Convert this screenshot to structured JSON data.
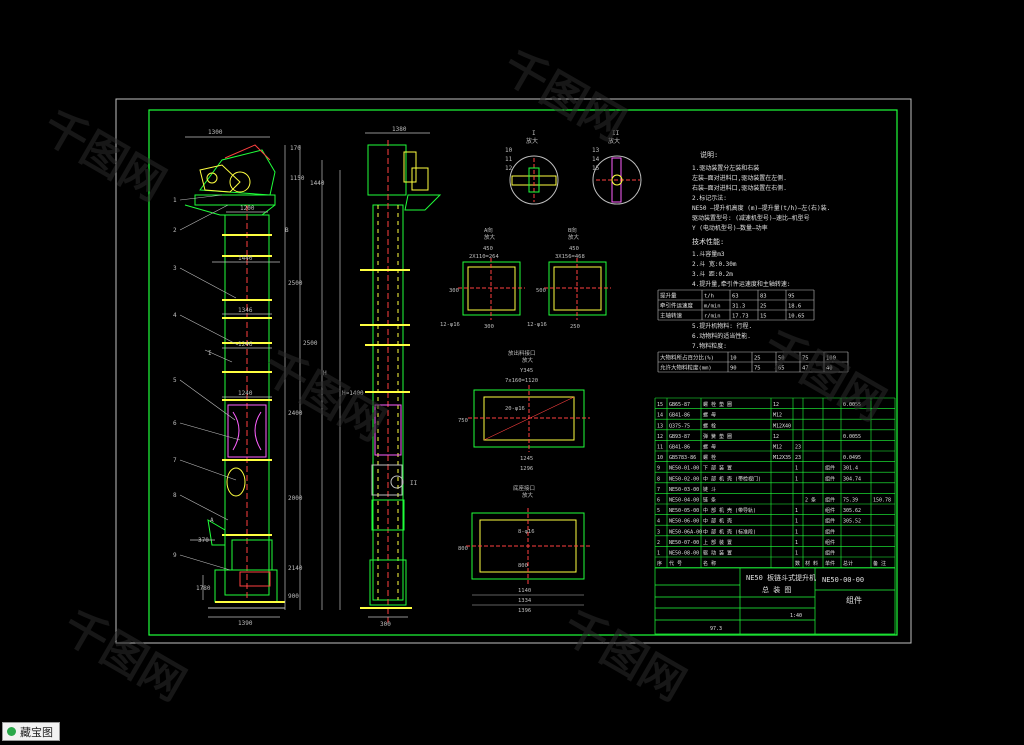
{
  "watermark": "千图网",
  "badge_label": "藏宝图",
  "views": {
    "detail_i_title": "I",
    "detail_i_sub": "放大",
    "detail_ii_title": "II",
    "detail_ii_sub": "放大",
    "a_title": "A向",
    "a_sub": "放大",
    "b_title": "B向",
    "b_sub": "放大",
    "discharge_title": "放出料接口",
    "discharge_sub": "放大",
    "base_title": "底座接口",
    "base_sub": "放大",
    "callouts_i": [
      "10",
      "11",
      "12"
    ],
    "callouts_ii": [
      "13",
      "14",
      "15"
    ],
    "a_dims": [
      "450",
      "2X110=264",
      "300",
      "12-φ16",
      "300"
    ],
    "b_dims": [
      "450",
      "3X156=468",
      "500",
      "12-φ16",
      "250"
    ],
    "discharge_dims": [
      "Y345",
      "7x160=1120",
      "20-φ16",
      "750",
      "1245",
      "1296"
    ],
    "base_dims": [
      "8-φ16",
      "800",
      "1140",
      "1334",
      "1396",
      "800"
    ]
  },
  "dims": {
    "top_width": "1300",
    "side_width": "1380",
    "mid_label": "1200",
    "width1": "1440",
    "width2": "1346",
    "width3": "1246",
    "width4": "1240",
    "bottom": "1390",
    "bottom_side": "300",
    "total_h": "H=1400",
    "h_label": "H",
    "seg1": "2500",
    "seg2": "2500",
    "seg3": "2400",
    "seg4": "2000",
    "foot": "370",
    "foot2": "1780",
    "d1": "170",
    "d2": "1150",
    "d3": "1440",
    "d4": "2140",
    "d5": "900",
    "mark_b": "B",
    "mark_a": "A",
    "mark_i": "I",
    "mark_ii": "II"
  },
  "left_callouts": [
    "1",
    "2",
    "3",
    "4",
    "5",
    "6",
    "7",
    "8",
    "9"
  ],
  "notes": {
    "title": "说明:",
    "lines": [
      "1.驱动装置分左装和右装",
      "  左装—面对进料口,驱动装置在左侧.",
      "  右装—面对进料口,驱动装置在右侧.",
      "2.标记示法:",
      "  NE50 —提升机高度 (m)—提升量(t/h)—左(右)装.",
      "  驱动装置型号: (减速机型号)—速比—机型号",
      "           Y (电动机型号)—数量—功率"
    ],
    "tech_title": "技术性能:",
    "tech_lines": [
      "1.斗容量m3",
      "2.斗 宽:0.30m",
      "3.斗 距:0.2m",
      "4.提升量,牵引件运速度和主轴转速:"
    ],
    "more_lines": [
      "5.提升机物料: 行程.",
      "6.动物料的适当性能.",
      "7.物料粒度:"
    ]
  },
  "perf_table": {
    "rows": [
      [
        "提升量",
        "t/h",
        "63",
        "83",
        "95"
      ],
      [
        "牵引件运速度",
        "m/min",
        "31.3",
        "25",
        "18.6"
      ],
      [
        "主轴转速",
        "r/min",
        "17.73",
        "15",
        "10.65"
      ]
    ]
  },
  "grain_table": {
    "rows": [
      [
        "大物料所占百分比(%)",
        "10",
        "25",
        "50",
        "75",
        "100"
      ],
      [
        "允许大物料粒度(mm)",
        "90",
        "75",
        "65",
        "47",
        "40"
      ]
    ]
  },
  "bom": {
    "rows": [
      [
        "15",
        "GB65-87",
        "螺 栓 垫 圈",
        "12",
        "",
        "",
        "",
        "0.0055",
        ""
      ],
      [
        "14",
        "GB41-86",
        "螺 母",
        "M12",
        "",
        "",
        "",
        "",
        ""
      ],
      [
        "13",
        "Q375-75",
        "螺 栓",
        "M12X40",
        "",
        "",
        "",
        "",
        ""
      ],
      [
        "12",
        "GB93-87",
        "弹 簧 垫 圈",
        "12",
        "",
        "",
        "",
        "0.0055",
        ""
      ],
      [
        "11",
        "GB41-86",
        "螺 母",
        "M12",
        "23",
        "",
        "",
        "",
        ""
      ],
      [
        "10",
        "GB5783-86",
        "螺 栓",
        "M12X35",
        "23",
        "",
        "",
        "0.0495",
        ""
      ],
      [
        "9",
        "NE50-01-00",
        "下 部 装 置",
        "",
        "1",
        "",
        "组件",
        "301.4",
        ""
      ],
      [
        "8",
        "NE50-02-00",
        "中 部 机 壳 (带检视门)",
        "",
        "1",
        "",
        "组件",
        "304.74",
        ""
      ],
      [
        "7",
        "NE50-03-00",
        "链 斗",
        "",
        "",
        "",
        "",
        "",
        ""
      ],
      [
        "6",
        "NE50-04-00",
        "链 条",
        "",
        "",
        "2 条",
        "组件",
        "75.39",
        "150.78"
      ],
      [
        "5",
        "NE50-05-00",
        "中 部 机 壳 (带导轨)",
        "",
        "1",
        "",
        "组件",
        "305.62",
        ""
      ],
      [
        "4",
        "NE50-06-00",
        "中 部 机 壳",
        "",
        "1",
        "",
        "组件",
        "305.52",
        ""
      ],
      [
        "3",
        "NE50-06A-00",
        "中 部 机 壳 (标准段)",
        "",
        "1",
        "",
        "组件",
        "",
        ""
      ],
      [
        "2",
        "NE50-07-00",
        "上 部 装 置",
        "",
        "1",
        "",
        "组件",
        "",
        ""
      ],
      [
        "1",
        "NE50-08-00",
        "驱 动 装 置",
        "",
        "1",
        "",
        "组件",
        "",
        ""
      ]
    ],
    "header": [
      "序",
      "代 号",
      "名 称",
      "",
      "数",
      "材 料",
      "单件",
      "总计",
      "备 注"
    ]
  },
  "title_block": {
    "name_line1": "NE50 板链斗式提升机",
    "name_line2": "总 装 图",
    "code": "NE50-00-00",
    "kind": "组件",
    "scale": "1:40",
    "date": "97.3"
  }
}
